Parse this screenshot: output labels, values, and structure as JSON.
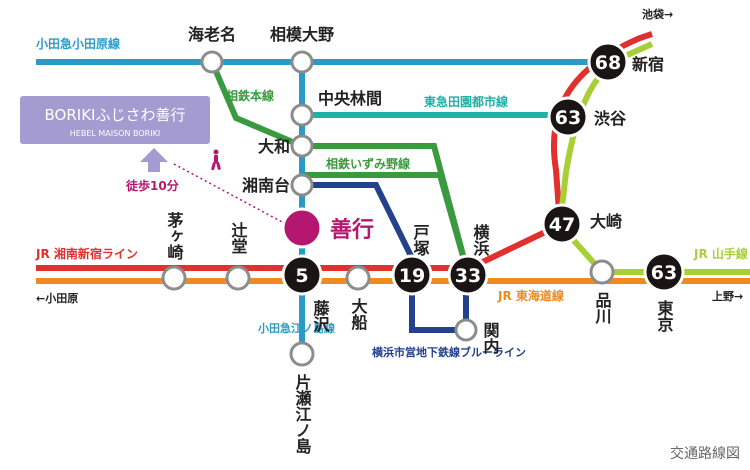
{
  "lines": {
    "odakyu_odawara": "小田急小田原線",
    "sotetsu_main": "相鉄本線",
    "tokyu_denentoshi": "東急田園都市線",
    "sotetsu_izumino": "相鉄いずみ野線",
    "jr_shonan_shinjuku": "JR 湘南新宿ライン",
    "jr_yamanote": "JR 山手線",
    "jr_tokaido": "JR 東海道線",
    "odakyu_enoshima": "小田急江ノ島線",
    "yokohama_subway_blue": "横浜市営地下鉄線ブルーライン"
  },
  "stations": {
    "ebina": "海老名",
    "sagami_ono": "相模大野",
    "chuo_rinkan": "中央林間",
    "yamato": "大和",
    "shonandai": "湘南台",
    "zengyo": "善行",
    "chigasaki": "茅ヶ崎",
    "tsujido": "辻堂",
    "fujisawa": "藤沢",
    "ofuna": "大船",
    "totsuka": "戸塚",
    "yokohama": "横浜",
    "kannai": "関内",
    "shinjuku": "新宿",
    "shibuya": "渋谷",
    "osaki": "大崎",
    "shinagawa": "品川",
    "tokyo": "東京",
    "katase_enoshima": "片瀬江ノ島"
  },
  "times": {
    "fujisawa": "5",
    "totsuka": "19",
    "yokohama": "33",
    "osaki": "47",
    "shibuya": "63",
    "shinjuku": "68",
    "tokyo": "63"
  },
  "directions": {
    "odawara": "←小田原",
    "ikebukuro": "池袋→",
    "ueno": "上野→"
  },
  "property": {
    "name": "BORIKIふじさわ善行",
    "sub": "HEBEL MAISON BORIKI",
    "walk": "徒歩10分"
  },
  "caption": "交通路線図",
  "colors": {
    "odakyu": "#2a9bc8",
    "sotetsu": "#3a9a3f",
    "jr_shonan": "#e0312e",
    "jr_tokaido": "#ef8a1f",
    "jr_yamanote": "#a9cf38",
    "subway_blue": "#23418c",
    "tokyu": "#20b0a6",
    "zengyo": "#b5166f",
    "property": "#a49bd1",
    "badge": "#1a1414"
  }
}
